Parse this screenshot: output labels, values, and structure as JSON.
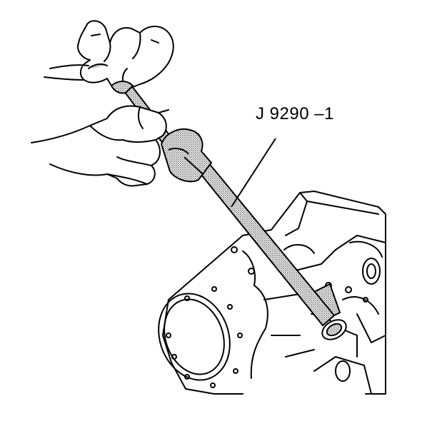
{
  "figure": {
    "tool_label": "J 9290 –1",
    "line_color": "#000000",
    "background_color": "#ffffff",
    "hatch_color": "#9a9a9a",
    "icons": {
      "hands": "hand-holding-tool",
      "tool": "slide-hammer-tool",
      "block": "engine-block"
    }
  }
}
